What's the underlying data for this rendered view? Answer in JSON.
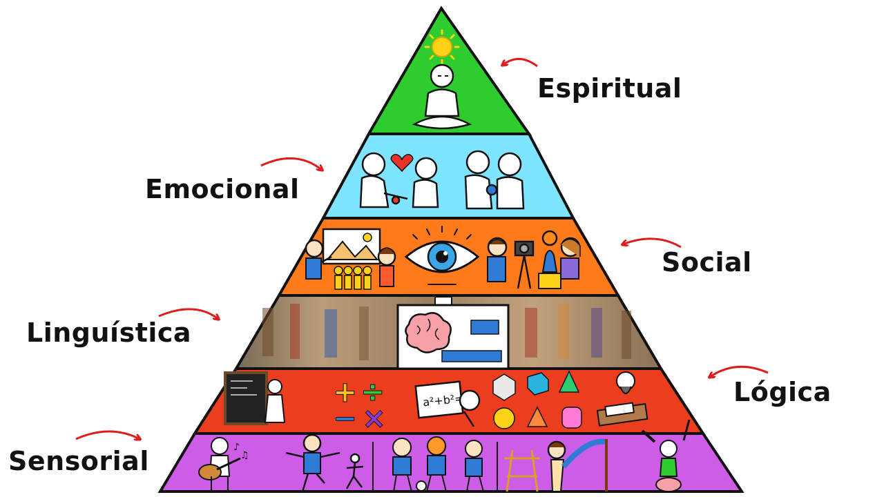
{
  "levels": [
    {
      "key": "espiritual",
      "label": "Espiritual",
      "color": "#2ecc2e"
    },
    {
      "key": "emocional",
      "label": "Emocional",
      "color": "#7fe4ff"
    },
    {
      "key": "social",
      "label": "Social",
      "color": "#ff7a1a"
    },
    {
      "key": "linguistica",
      "label": "Linguística",
      "color": "#c9a57a"
    },
    {
      "key": "logica",
      "label": "Lógica",
      "color": "#ec3d1e"
    },
    {
      "key": "sensorial",
      "label": "Sensorial",
      "color": "#cd5ce6"
    }
  ],
  "illustrations": {
    "logica_equation": "a²+b²="
  },
  "colors": {
    "outline": "#111111",
    "arrow": "#e01b1b",
    "skin": "#fbe3c3",
    "figure": "#ffffff"
  }
}
